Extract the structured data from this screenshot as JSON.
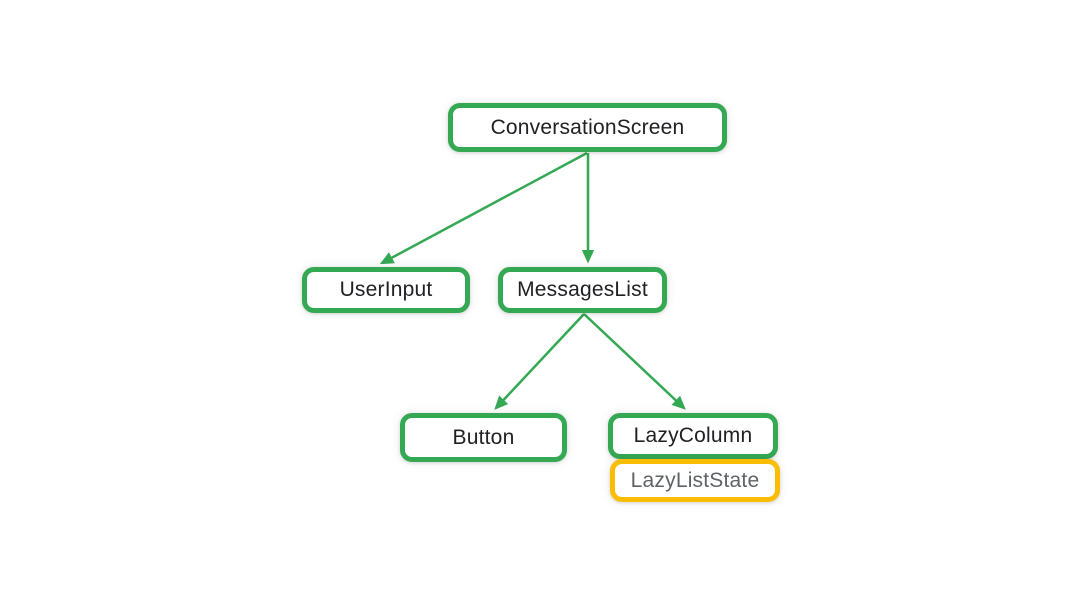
{
  "diagram": {
    "kind": "component-tree",
    "nodes": [
      {
        "id": "conversation-screen",
        "label": "ConversationScreen",
        "style": "composable"
      },
      {
        "id": "user-input",
        "label": "UserInput",
        "style": "composable"
      },
      {
        "id": "messages-list",
        "label": "MessagesList",
        "style": "composable"
      },
      {
        "id": "button",
        "label": "Button",
        "style": "composable"
      },
      {
        "id": "lazy-column",
        "label": "LazyColumn",
        "style": "composable"
      },
      {
        "id": "lazy-list-state",
        "label": "LazyListState",
        "style": "state"
      }
    ],
    "edges": [
      {
        "from": "ConversationScreen",
        "to": "UserInput"
      },
      {
        "from": "ConversationScreen",
        "to": "MessagesList"
      },
      {
        "from": "MessagesList",
        "to": "Button"
      },
      {
        "from": "MessagesList",
        "to": "LazyColumn"
      }
    ],
    "attachments": [
      {
        "parent": "LazyColumn",
        "child": "LazyListState"
      }
    ]
  },
  "colors": {
    "composable_border": "#34A853",
    "state_border": "#FBBC04",
    "composable_text": "#202124",
    "state_text": "#5F6368",
    "arrow": "#34A853",
    "background": "#FFFFFF"
  }
}
